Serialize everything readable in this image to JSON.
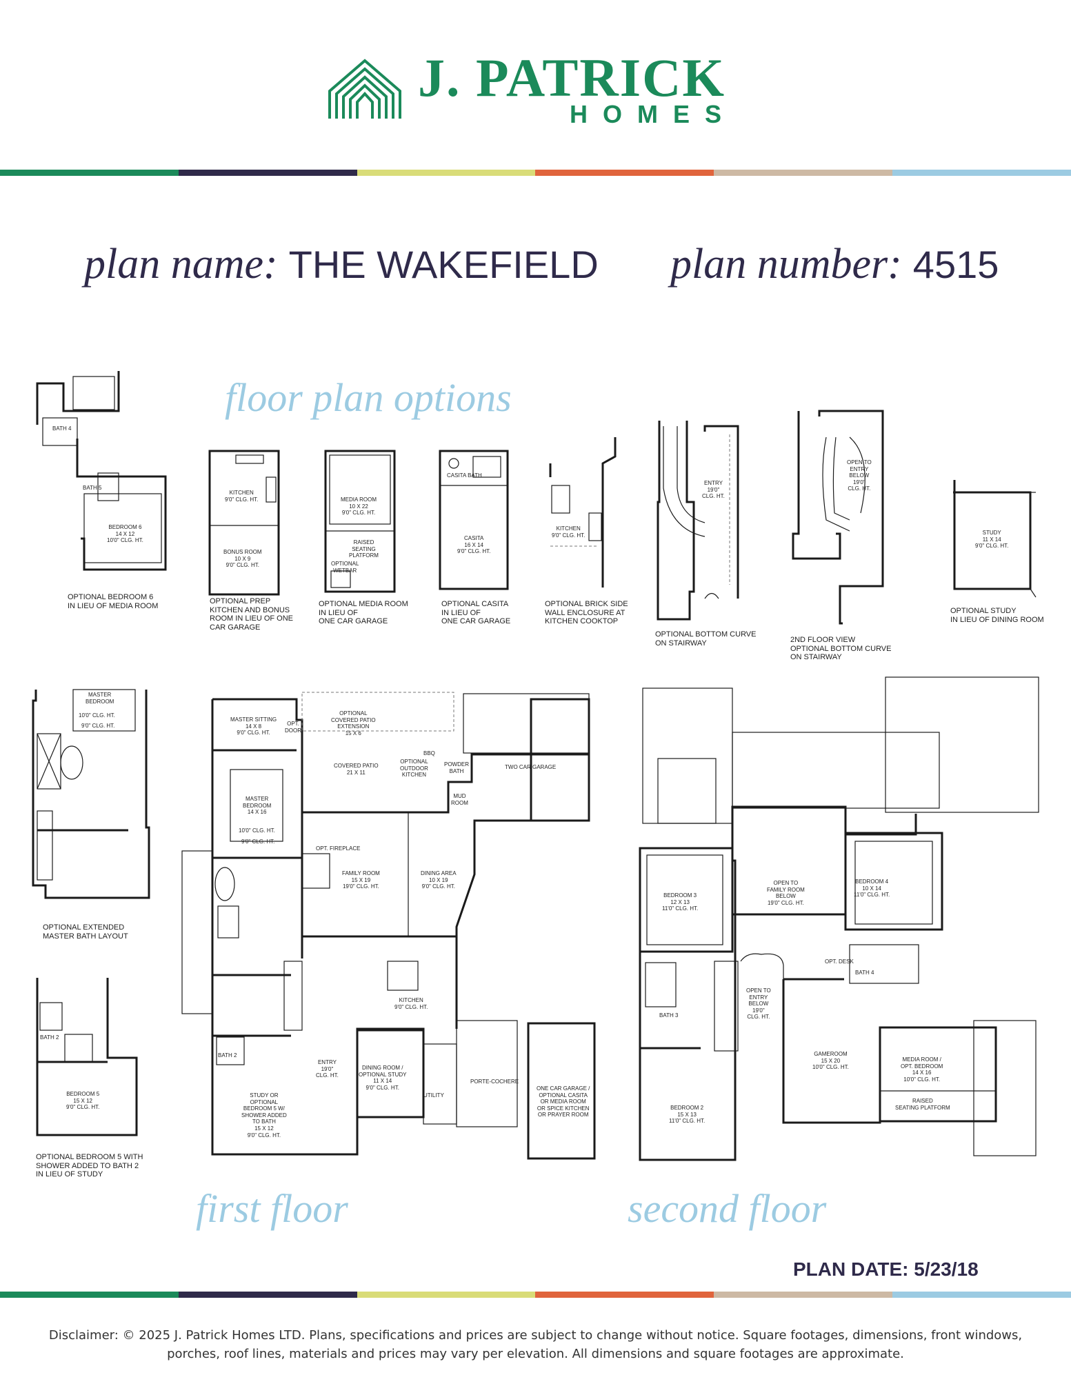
{
  "brand": {
    "name": "J. PATRICK",
    "sub": "HOMES",
    "color": "#1b8a5a",
    "logo_icon": "house-stripes-icon"
  },
  "stripe_colors": [
    "#1b8a5a",
    "#2f2a4a",
    "#d9dc78",
    "#e0643c",
    "#cdb9a4",
    "#9ccbe2"
  ],
  "plan": {
    "name_label": "plan name:",
    "name": "THE WAKEFIELD",
    "number_label": "plan number:",
    "number": "4515"
  },
  "headings": {
    "options": "floor plan options",
    "first_floor": "first floor",
    "second_floor": "second floor"
  },
  "option_captions": {
    "bedroom6": "OPTIONAL BEDROOM 6\nIN LIEU OF MEDIA ROOM",
    "prep_kitchen": "OPTIONAL PREP\nKITCHEN AND BONUS\nROOM IN LIEU OF ONE\nCAR GARAGE",
    "media_room": "OPTIONAL MEDIA ROOM\nIN LIEU OF\nONE CAR GARAGE",
    "casita": "OPTIONAL CASITA\nIN LIEU OF\nONE CAR GARAGE",
    "brick_wall": "OPTIONAL BRICK SIDE\nWALL ENCLOSURE AT\nKITCHEN COOKTOP",
    "bottom_curve": "OPTIONAL BOTTOM CURVE\nON STAIRWAY",
    "second_floor_curve": "2ND FLOOR VIEW\nOPTIONAL BOTTOM CURVE\nON STAIRWAY",
    "study": "OPTIONAL STUDY\nIN LIEU OF DINING ROOM",
    "master_bath": "OPTIONAL EXTENDED\nMASTER BATH LAYOUT",
    "bedroom5": "OPTIONAL BEDROOM 5 WITH\nSHOWER ADDED TO BATH 2\nIN LIEU OF STUDY"
  },
  "option_rooms": {
    "bath4": "BATH 4",
    "bath5": "BATH 5",
    "bedroom6": "BEDROOM 6\n14 X 12\n10'0\" CLG. HT.",
    "kitchen_prep": "KITCHEN\n9'0\" CLG. HT.",
    "bonus_room": "BONUS ROOM\n10 X 9\n9'0\" CLG. HT.",
    "media_room": "MEDIA ROOM\n10 X 22\n9'0\" CLG. HT.",
    "raised_platform": "RAISED\nSEATING\nPLATFORM",
    "optional_wetbar": "OPTIONAL\nWETBAR",
    "casita_bath": "CASITA BATH",
    "casita": "CASITA\n16 X 14\n9'0\" CLG. HT.",
    "kitchen_brick": "KITCHEN\n9'0\" CLG. HT.",
    "entry_curve": "ENTRY\n19'0\"\nCLG. HT.",
    "open_to_entry": "OPEN TO\nENTRY\nBELOW\n19'0\"\nCLG. HT.",
    "study_option": "STUDY\n11 X 14\n9'0\" CLG. HT.",
    "master_bedroom_opt": "MASTER\nBEDROOM",
    "master_clg_a": "10'0\" CLG. HT.",
    "master_clg_b": "9'0\" CLG. HT.",
    "bath2": "BATH 2",
    "bedroom5": "BEDROOM 5\n15 X 12\n9'0\" CLG. HT."
  },
  "first_floor_rooms": {
    "master_sitting": "MASTER SITTING\n14 X 8\n9'0\" CLG. HT.",
    "opt_door": "OPT.\nDOOR",
    "covered_patio_ext": "OPTIONAL\nCOVERED PATIO\nEXTENSION\n15 X 6",
    "covered_patio": "COVERED PATIO\n21 X 11",
    "optional_outdoor_kitchen": "OPTIONAL\nOUTDOOR\nKITCHEN",
    "bbq": "BBQ",
    "powder_bath": "POWDER\nBATH",
    "mud_room": "MUD\nROOM",
    "two_car_garage": "TWO CAR GARAGE",
    "master_bedroom": "MASTER\nBEDROOM\n14 X 16",
    "master_clg": "10'0\" CLG. HT.",
    "master_clg2": "9'0\" CLG. HT.",
    "opt_fireplace": "OPT. FIREPLACE",
    "family_room": "FAMILY ROOM\n15 X 19\n19'0\" CLG. HT.",
    "dining_area": "DINING AREA\n10 X 19\n9'0\" CLG. HT.",
    "kitchen": "KITCHEN\n9'0\" CLG. HT.",
    "bath2": "BATH 2",
    "entry": "ENTRY\n19'0\"\nCLG. HT.",
    "dining_study": "DINING ROOM /\nOPTIONAL STUDY\n11 X 14\n9'0\" CLG. HT.",
    "utility": "UTILITY",
    "porte_cochere": "PORTE-COCHERE",
    "one_car_garage": "ONE CAR GARAGE /\nOPTIONAL CASITA\nOR MEDIA ROOM\nOR SPICE KITCHEN\nOR PRAYER ROOM",
    "study_bed5": "STUDY OR\nOPTIONAL\nBEDROOM 5 W/\nSHOWER ADDED\nTO BATH\n15 X 12\n9'0\" CLG. HT."
  },
  "second_floor_rooms": {
    "bedroom3": "BEDROOM 3\n12 X 13\n11'0\" CLG. HT.",
    "open_family": "OPEN TO\nFAMILY ROOM\nBELOW\n19'0\" CLG. HT.",
    "bedroom4": "BEDROOM 4\n10 X 14\n11'0\" CLG. HT.",
    "bath3": "BATH 3",
    "open_entry": "OPEN TO\nENTRY\nBELOW\n19'0\"\nCLG. HT.",
    "opt_desk": "OPT. DESK",
    "bath4": "BATH 4",
    "gameroom": "GAMEROOM\n15 X 20\n10'0\" CLG. HT.",
    "media_room": "MEDIA ROOM /\nOPT. BEDROOM\n14 X 16\n10'0\" CLG. HT.",
    "raised_platform": "RAISED\nSEATING PLATFORM",
    "bedroom2": "BEDROOM 2\n15 X 13\n11'0\" CLG. HT."
  },
  "plan_date": "PLAN DATE: 5/23/18",
  "disclaimer": "Disclaimer: © 2025 J. Patrick Homes LTD. Plans, specifications and prices are subject to change without notice. Square footages, dimensions, front windows, porches, roof lines, materials and prices may vary per elevation. All dimensions and square footages are approximate."
}
